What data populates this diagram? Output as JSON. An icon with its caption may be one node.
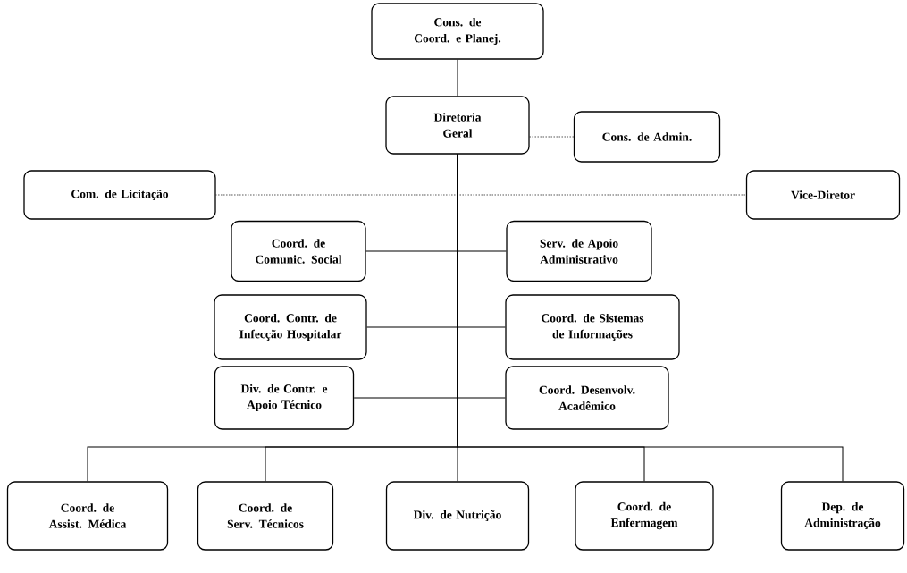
{
  "diagram": {
    "nodes": [
      {
        "text": [
          "Cons. de Coord. e Planej."
        ]
      },
      {
        "text": [
          "Diretoria Geral"
        ]
      },
      {
        "text": [
          "Cons. de Admin."
        ]
      },
      {
        "text": [
          "Com. de Licitação"
        ]
      },
      {
        "text": [
          "Vice-Diretor"
        ]
      },
      {
        "text": [
          "Coord. de Comunic. Social"
        ]
      },
      {
        "text": [
          "Serv. de Apoio Administrativo"
        ]
      },
      {
        "text": [
          "Coord. Contr. de Infecção Hospitalar"
        ]
      },
      {
        "text": [
          "Coord. de Sistemas de Informações"
        ]
      },
      {
        "text": [
          "Div. de Contr. e Apoio Técnico"
        ]
      },
      {
        "text": [
          "Coord. Desenvolv. Acadêmico"
        ]
      },
      {
        "text": [
          "Coord. de Assist. Médica"
        ]
      },
      {
        "text": [
          "Coord. de Serv. Técnicos"
        ]
      },
      {
        "text": [
          "Div. de Nutrição"
        ]
      },
      {
        "text": [
          "Coord. de Enfermagem"
        ]
      },
      {
        "text": [
          "Dep. de Administração"
        ]
      }
    ],
    "edges": [
      {
        "from": 0,
        "to": 1,
        "arrow": "none"
      },
      {
        "from": 1,
        "to": 2,
        "arrow": "none",
        "style": "dashed"
      },
      {
        "from": 1,
        "to": 3,
        "arrow": "none",
        "style": "dashed"
      },
      {
        "from": 1,
        "to": 4,
        "arrow": "none",
        "style": "dashed"
      },
      {
        "from": 1,
        "to": 5,
        "arrow": "none"
      },
      {
        "from": 1,
        "to": 6,
        "arrow": "none"
      },
      {
        "from": 1,
        "to": 7,
        "arrow": "none"
      },
      {
        "from": 1,
        "to": 8,
        "arrow": "none"
      },
      {
        "from": 1,
        "to": 9,
        "arrow": "none"
      },
      {
        "from": 1,
        "to": 10,
        "arrow": "none"
      },
      {
        "from": 1,
        "to": 11,
        "arrow": "none"
      },
      {
        "from": 1,
        "to": 12,
        "arrow": "none"
      },
      {
        "from": 1,
        "to": 13,
        "arrow": "none"
      },
      {
        "from": 1,
        "to": 14,
        "arrow": "none"
      },
      {
        "from": 1,
        "to": 15,
        "arrow": "none"
      }
    ]
  }
}
